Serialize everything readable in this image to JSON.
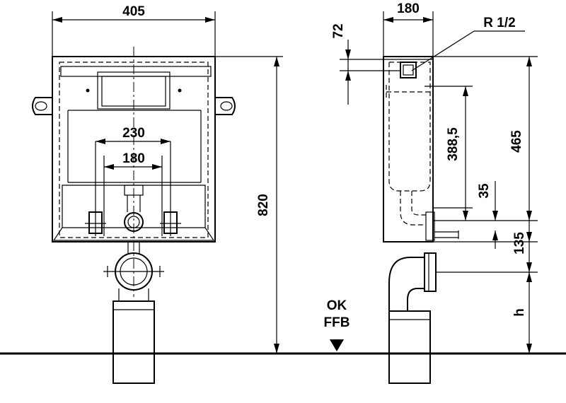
{
  "front_view": {
    "dim_width": "405",
    "dim_outer_spacing": "230",
    "dim_inner_spacing": "180",
    "dim_height": "820"
  },
  "side_view": {
    "dim_depth": "180",
    "dim_top_offset": "72",
    "connection_label": "R 1/2",
    "dim_inlet_height": "465",
    "dim_outlet_drop": "388,5",
    "dim_offset_35": "35",
    "dim_offset_135": "135",
    "dim_variable_h": "h"
  },
  "floor": {
    "label_ok": "OK",
    "label_ffb": "FFB"
  }
}
